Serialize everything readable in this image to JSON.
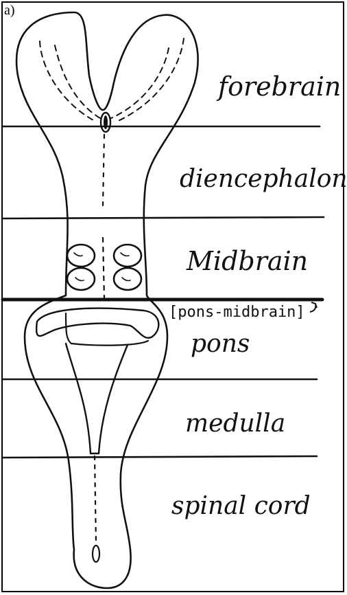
{
  "panel": {
    "label": "a)"
  },
  "regions": {
    "forebrain": "forebrain",
    "diencephalon": "diencephalon",
    "midbrain": "Midbrain",
    "pons_midbrain": "[pons-midbrain]",
    "pons": "pons",
    "medulla": "medulla",
    "spinal_cord": "spinal cord"
  },
  "colors": {
    "ink": "#111111",
    "background": "#ffffff"
  }
}
